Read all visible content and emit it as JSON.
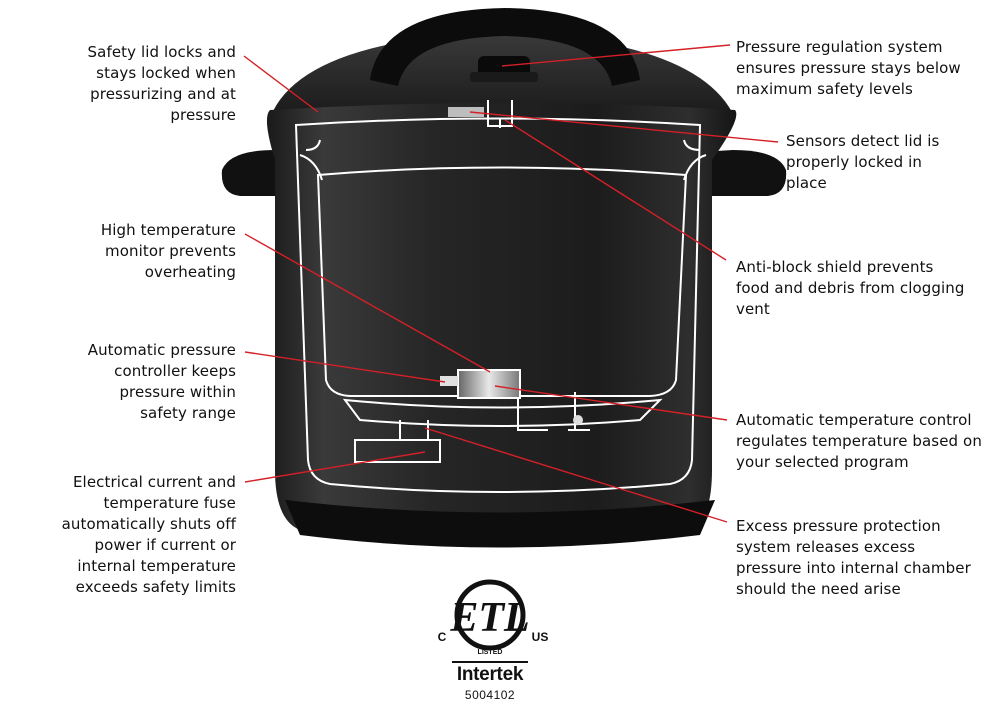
{
  "accent_line_color": "#d42027",
  "callouts": {
    "left": [
      {
        "id": "safety-lid",
        "lines": [
          "Safety lid locks and",
          "stays locked when",
          "pressurizing and at",
          "pressure"
        ]
      },
      {
        "id": "high-temp",
        "lines": [
          "High temperature",
          "monitor prevents",
          "overheating"
        ]
      },
      {
        "id": "auto-pressure",
        "lines": [
          "Automatic pressure",
          "controller keeps",
          "pressure within",
          "safety range"
        ]
      },
      {
        "id": "fuse",
        "lines": [
          "Electrical current and",
          "temperature fuse",
          "automatically shuts off",
          "power if current or",
          "internal temperature",
          "exceeds safety limits"
        ]
      }
    ],
    "right": [
      {
        "id": "pressure-regulation",
        "lines": [
          "Pressure regulation system",
          "ensures pressure stays below",
          "maximum safety levels"
        ]
      },
      {
        "id": "sensors",
        "lines": [
          "Sensors detect lid is",
          "properly locked in",
          "place"
        ]
      },
      {
        "id": "anti-block",
        "lines": [
          "Anti-block shield prevents",
          "food and debris from clogging",
          "vent"
        ]
      },
      {
        "id": "auto-temp",
        "lines": [
          "Automatic temperature control",
          "regulates temperature based on",
          "your selected program"
        ]
      },
      {
        "id": "excess-pressure",
        "lines": [
          "Excess pressure protection",
          "system releases excess",
          "pressure into internal chamber",
          "should the need arise"
        ]
      }
    ]
  },
  "certification": {
    "mark": "ETL",
    "left_letter": "C",
    "right_letters": "US",
    "listed": "LISTED",
    "brand": "Intertek",
    "number": "5004102"
  }
}
